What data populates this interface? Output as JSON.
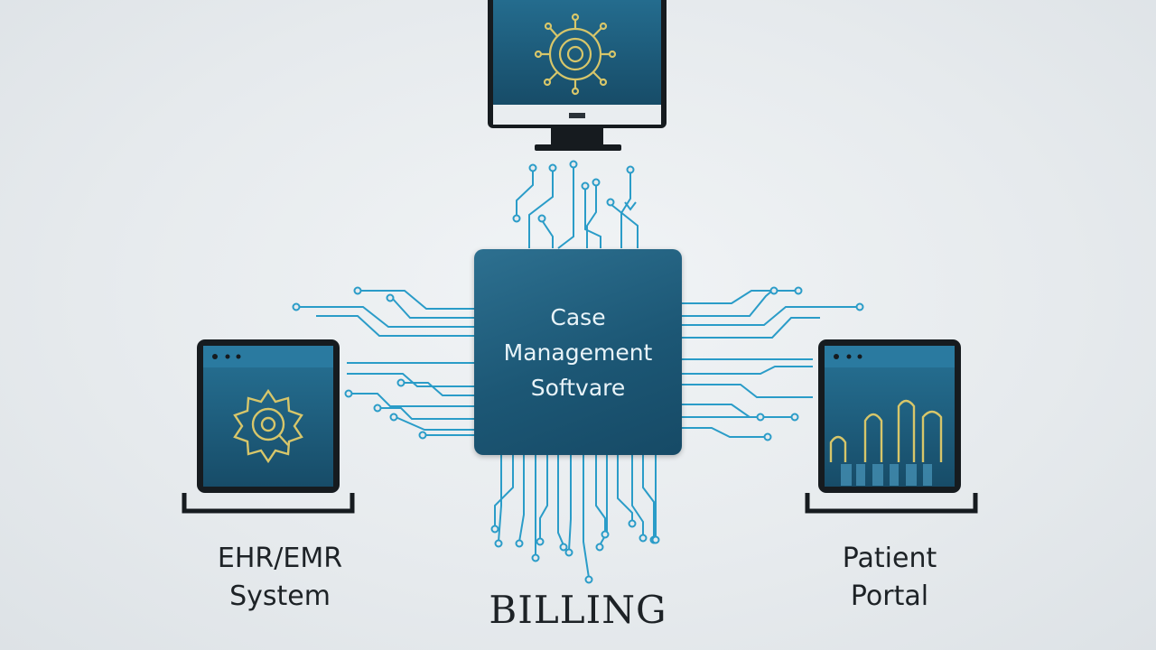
{
  "hub": {
    "lines": [
      "Case",
      "Management",
      "Softvare"
    ]
  },
  "nodes": {
    "ehr": {
      "lines": [
        "EHR/EMR",
        "System"
      ],
      "icon": "gear-search-icon"
    },
    "portal": {
      "lines": [
        "Patient",
        "Portal"
      ],
      "icon": "bar-chart-icon"
    },
    "billing": {
      "label": "BILLING"
    },
    "top_monitor": {
      "icon": "circuit-target-icon"
    }
  },
  "colors": {
    "background": "#e6eaed",
    "hub": "#1c5775",
    "screen": "#1e5f80",
    "frame": "#161b1f",
    "connector": "#2a9cc8",
    "accent": "#d7c66a"
  }
}
